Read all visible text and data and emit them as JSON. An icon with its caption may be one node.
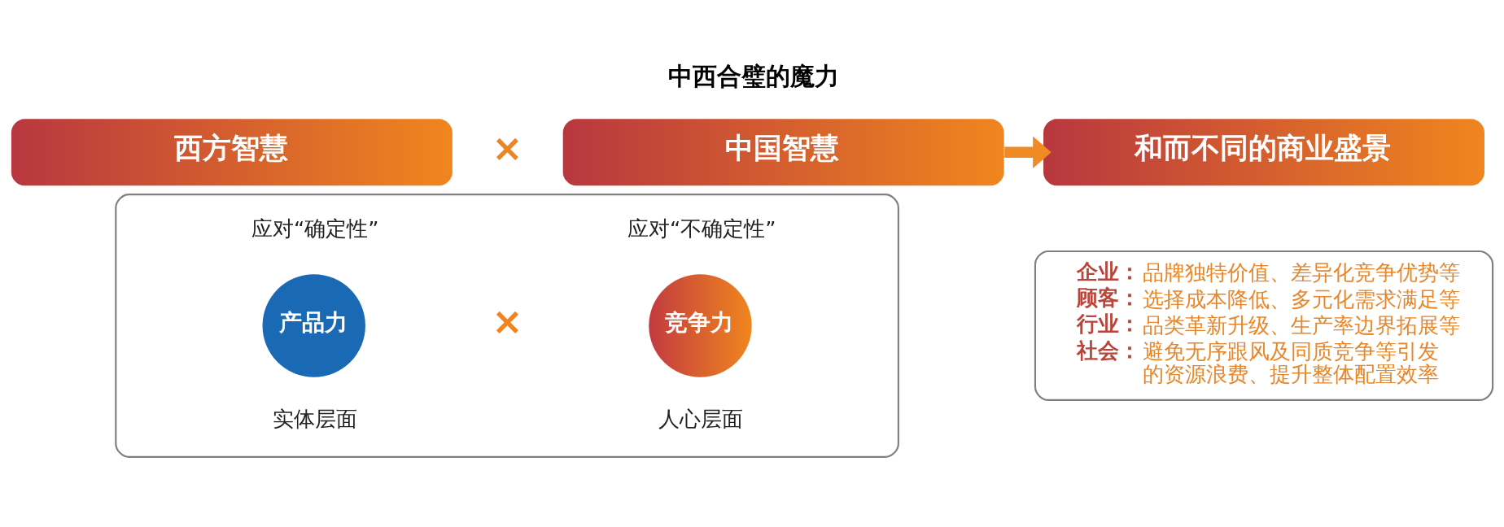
{
  "diagram": {
    "title": "中西合璧的魔力",
    "nodes": [
      {
        "text": [
          "西方智慧"
        ]
      },
      {
        "text": [
          "中国智慧"
        ]
      },
      {
        "text": [
          "和而不同的商业盛景"
        ]
      },
      {
        "text": [],
        "shape": "box"
      },
      {
        "text": [
          "产品力"
        ],
        "in": 3,
        "beside": [
          "应对“确定性”",
          "实体层面"
        ]
      },
      {
        "text": [
          "竞争力"
        ],
        "in": 3,
        "beside": [
          "应对“不确定性”",
          "人心层面"
        ]
      },
      {
        "text": [
          "企业：",
          "品牌独特价值、差异化竞争优势等",
          "顾客：",
          "选择成本降低、多元化需求满足等",
          "行业：",
          "品类革新升级、生产率边界拓展等",
          "社会：",
          "避免无序跟风及同质竞争等引发的资源浪费、提升整体配置效率"
        ]
      }
    ],
    "edges": [
      {
        "from": 1,
        "to": 2,
        "arrow": "to",
        "color": "#f08a24"
      }
    ],
    "labels": [
      "×",
      "×"
    ]
  }
}
